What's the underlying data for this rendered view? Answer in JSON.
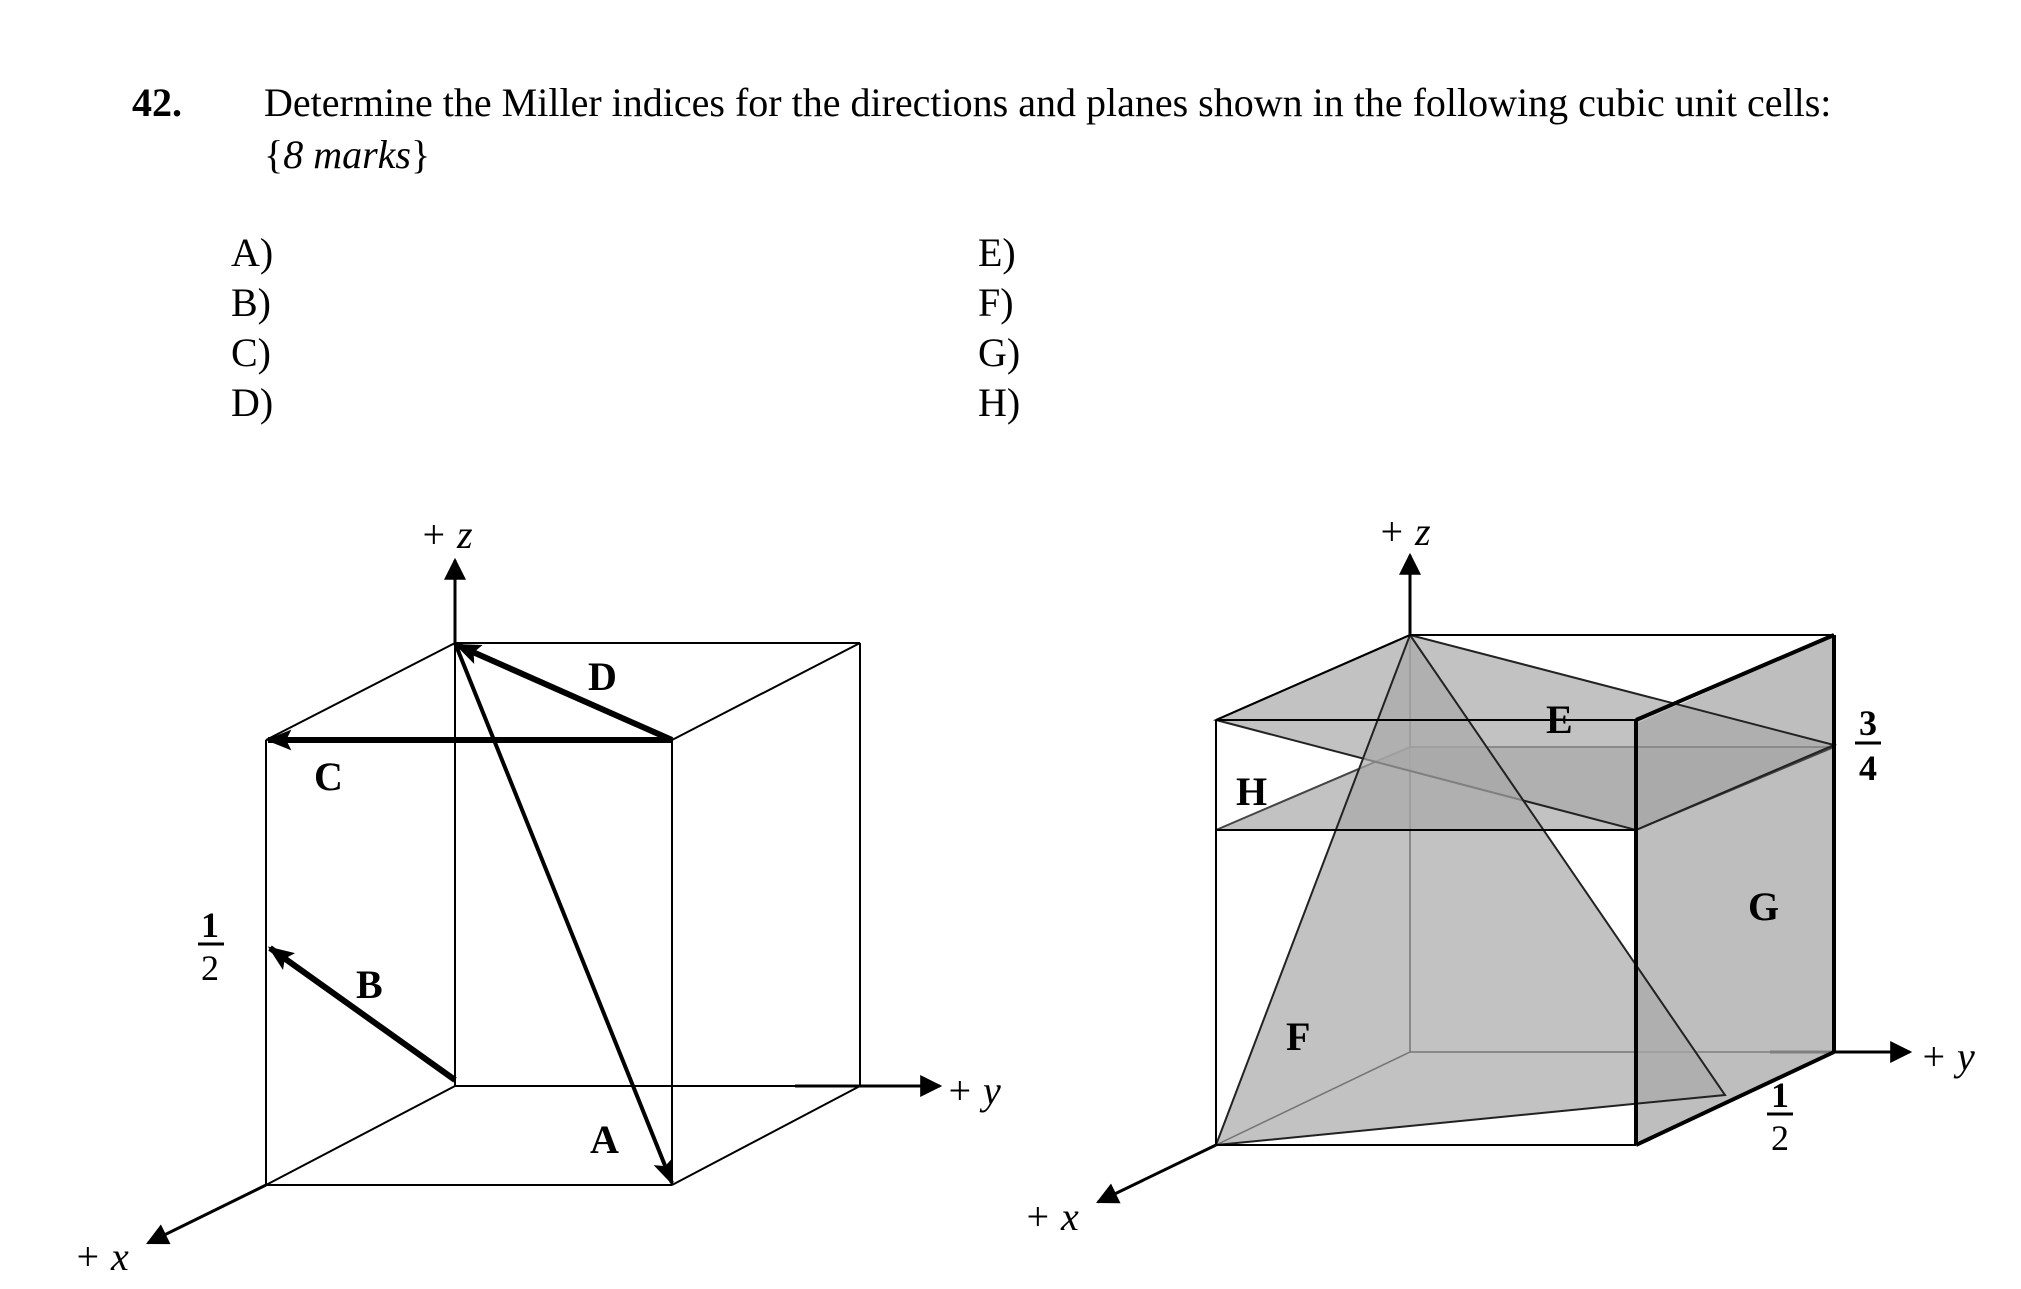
{
  "question": {
    "number": "42.",
    "text": "Determine the Miller indices for the directions and planes shown in the following cubic unit cells:",
    "marks_open": "{",
    "marks_text": "8 marks",
    "marks_close": "}"
  },
  "answers_left": [
    "A)",
    "B)",
    "C)",
    "D)"
  ],
  "answers_right": [
    "E)",
    "F)",
    "G)",
    "H)"
  ],
  "left_cell": {
    "axis_z": "+ z",
    "axis_y": "+ y",
    "axis_x": "+ x",
    "fraction_num": "1",
    "fraction_den": "2",
    "labels": {
      "A": "A",
      "B": "B",
      "C": "C",
      "D": "D"
    }
  },
  "right_cell": {
    "axis_z": "+ z",
    "axis_y": "+ y",
    "axis_x": "+ x",
    "fraction_top_num": "3",
    "fraction_top_den": "4",
    "fraction_bottom_num": "1",
    "fraction_bottom_den": "2",
    "labels": {
      "E": "E",
      "F": "F",
      "G": "G",
      "H": "H"
    },
    "plane_fill": "#a8a8a8"
  }
}
